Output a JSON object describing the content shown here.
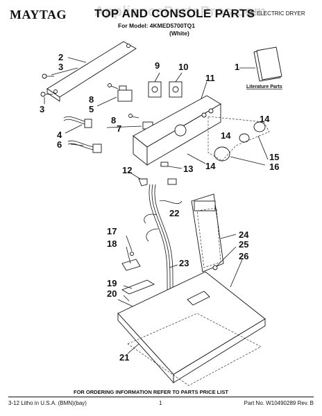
{
  "header": {
    "brand": "MAYTAG",
    "title": "TOP AND CONSOLE PARTS",
    "model_note": "29\" ELECTRIC DRYER",
    "for_model": "For Model: 4KMED5700TQ1",
    "color": "(White)",
    "watermark": "AppliancePartsPros.com"
  },
  "diagram": {
    "literature_label": "Literature Parts",
    "callouts": [
      "1",
      "2",
      "3",
      "3",
      "4",
      "5",
      "6",
      "7",
      "8",
      "8",
      "9",
      "10",
      "11",
      "12",
      "13",
      "14",
      "14",
      "14",
      "15",
      "16",
      "17",
      "18",
      "19",
      "20",
      "21",
      "22",
      "23",
      "24",
      "25",
      "26"
    ]
  },
  "footer": {
    "ordering_note": "FOR ORDERING INFORMATION REFER TO PARTS PRICE LIST",
    "litho": "3-12 Litho in U.S.A. (BMN)(bay)",
    "page": "1",
    "part_no": "Part No. W10490289 Rev. B"
  }
}
